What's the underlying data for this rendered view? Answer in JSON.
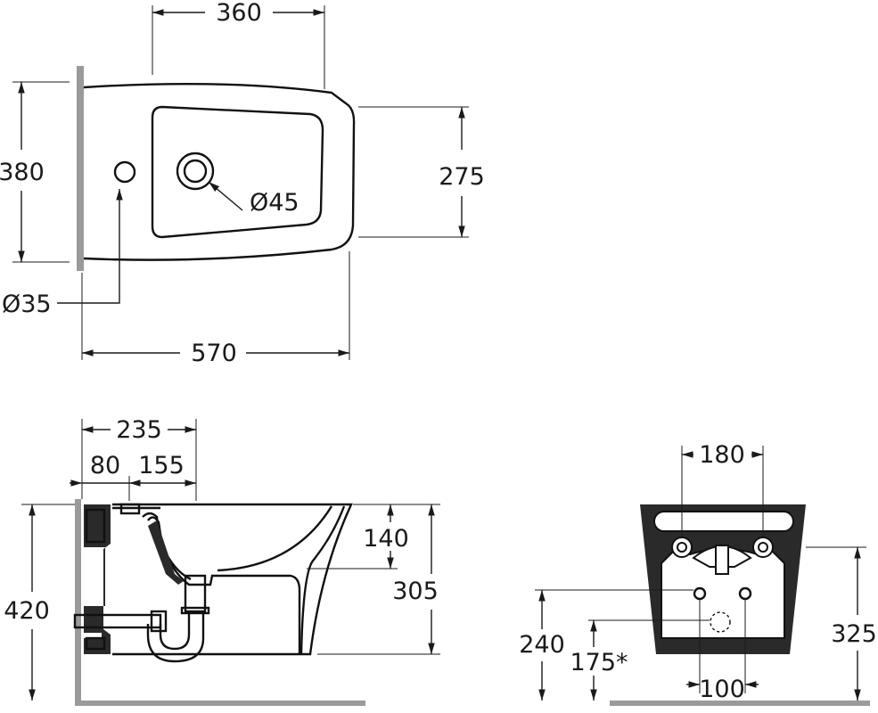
{
  "top_view": {
    "width_top": "360",
    "depth": "380",
    "inner_depth": "275",
    "drain_diameter": "Ø45",
    "tap_hole_diameter": "Ø35",
    "length": "570"
  },
  "side_view": {
    "to_drain": "235",
    "wall_offset": "80",
    "drain_offset": "155",
    "bowl_depth": "140",
    "height": "305",
    "floor_height": "420"
  },
  "front_view": {
    "bolt_spacing": "180",
    "height": "325",
    "bolt_height": "240",
    "inlet_height": "175*",
    "inlet_spacing": "100"
  }
}
